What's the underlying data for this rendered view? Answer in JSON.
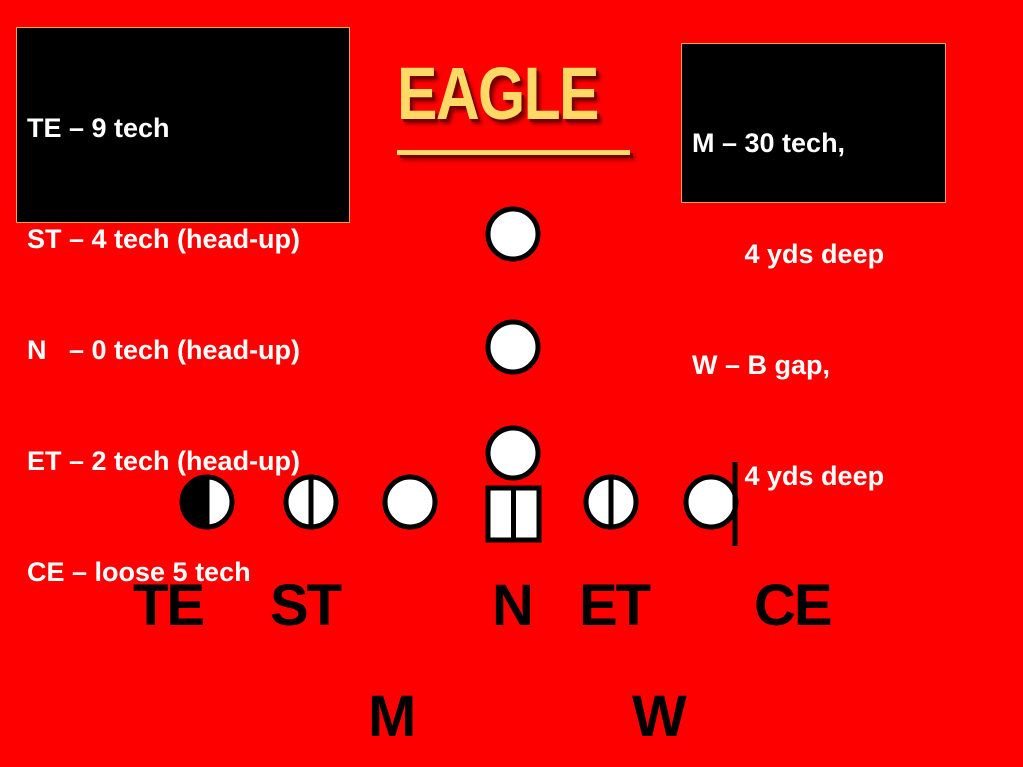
{
  "title": "EAGLE",
  "left_notes": [
    "TE – 9 tech",
    "ST – 4 tech (head-up)",
    "N   – 0 tech (head-up)",
    "ET – 2 tech (head-up)",
    "CE – loose 5 tech"
  ],
  "right_notes": [
    "M – 30 tech,",
    "       4 yds deep",
    "W – B gap,",
    "       4 yds deep"
  ],
  "labels": {
    "te": "TE",
    "st": "ST",
    "n": "N",
    "et": "ET",
    "ce": "CE",
    "m": "M",
    "w": "W"
  },
  "colors": {
    "background": "#ff0000",
    "title": "#ffd966",
    "note_box": "#000000",
    "note_text": "#ffffff",
    "note_border": "#f0a050",
    "marker_fill": "#ffffff",
    "marker_stroke": "#000000",
    "label_text": "#000000"
  },
  "icons": {
    "backfield": "circle-icon",
    "center": "square-split-icon",
    "tight_end": "half-filled-circle-icon",
    "tackle": "split-circle-icon",
    "end": "circle-with-line-icon"
  }
}
